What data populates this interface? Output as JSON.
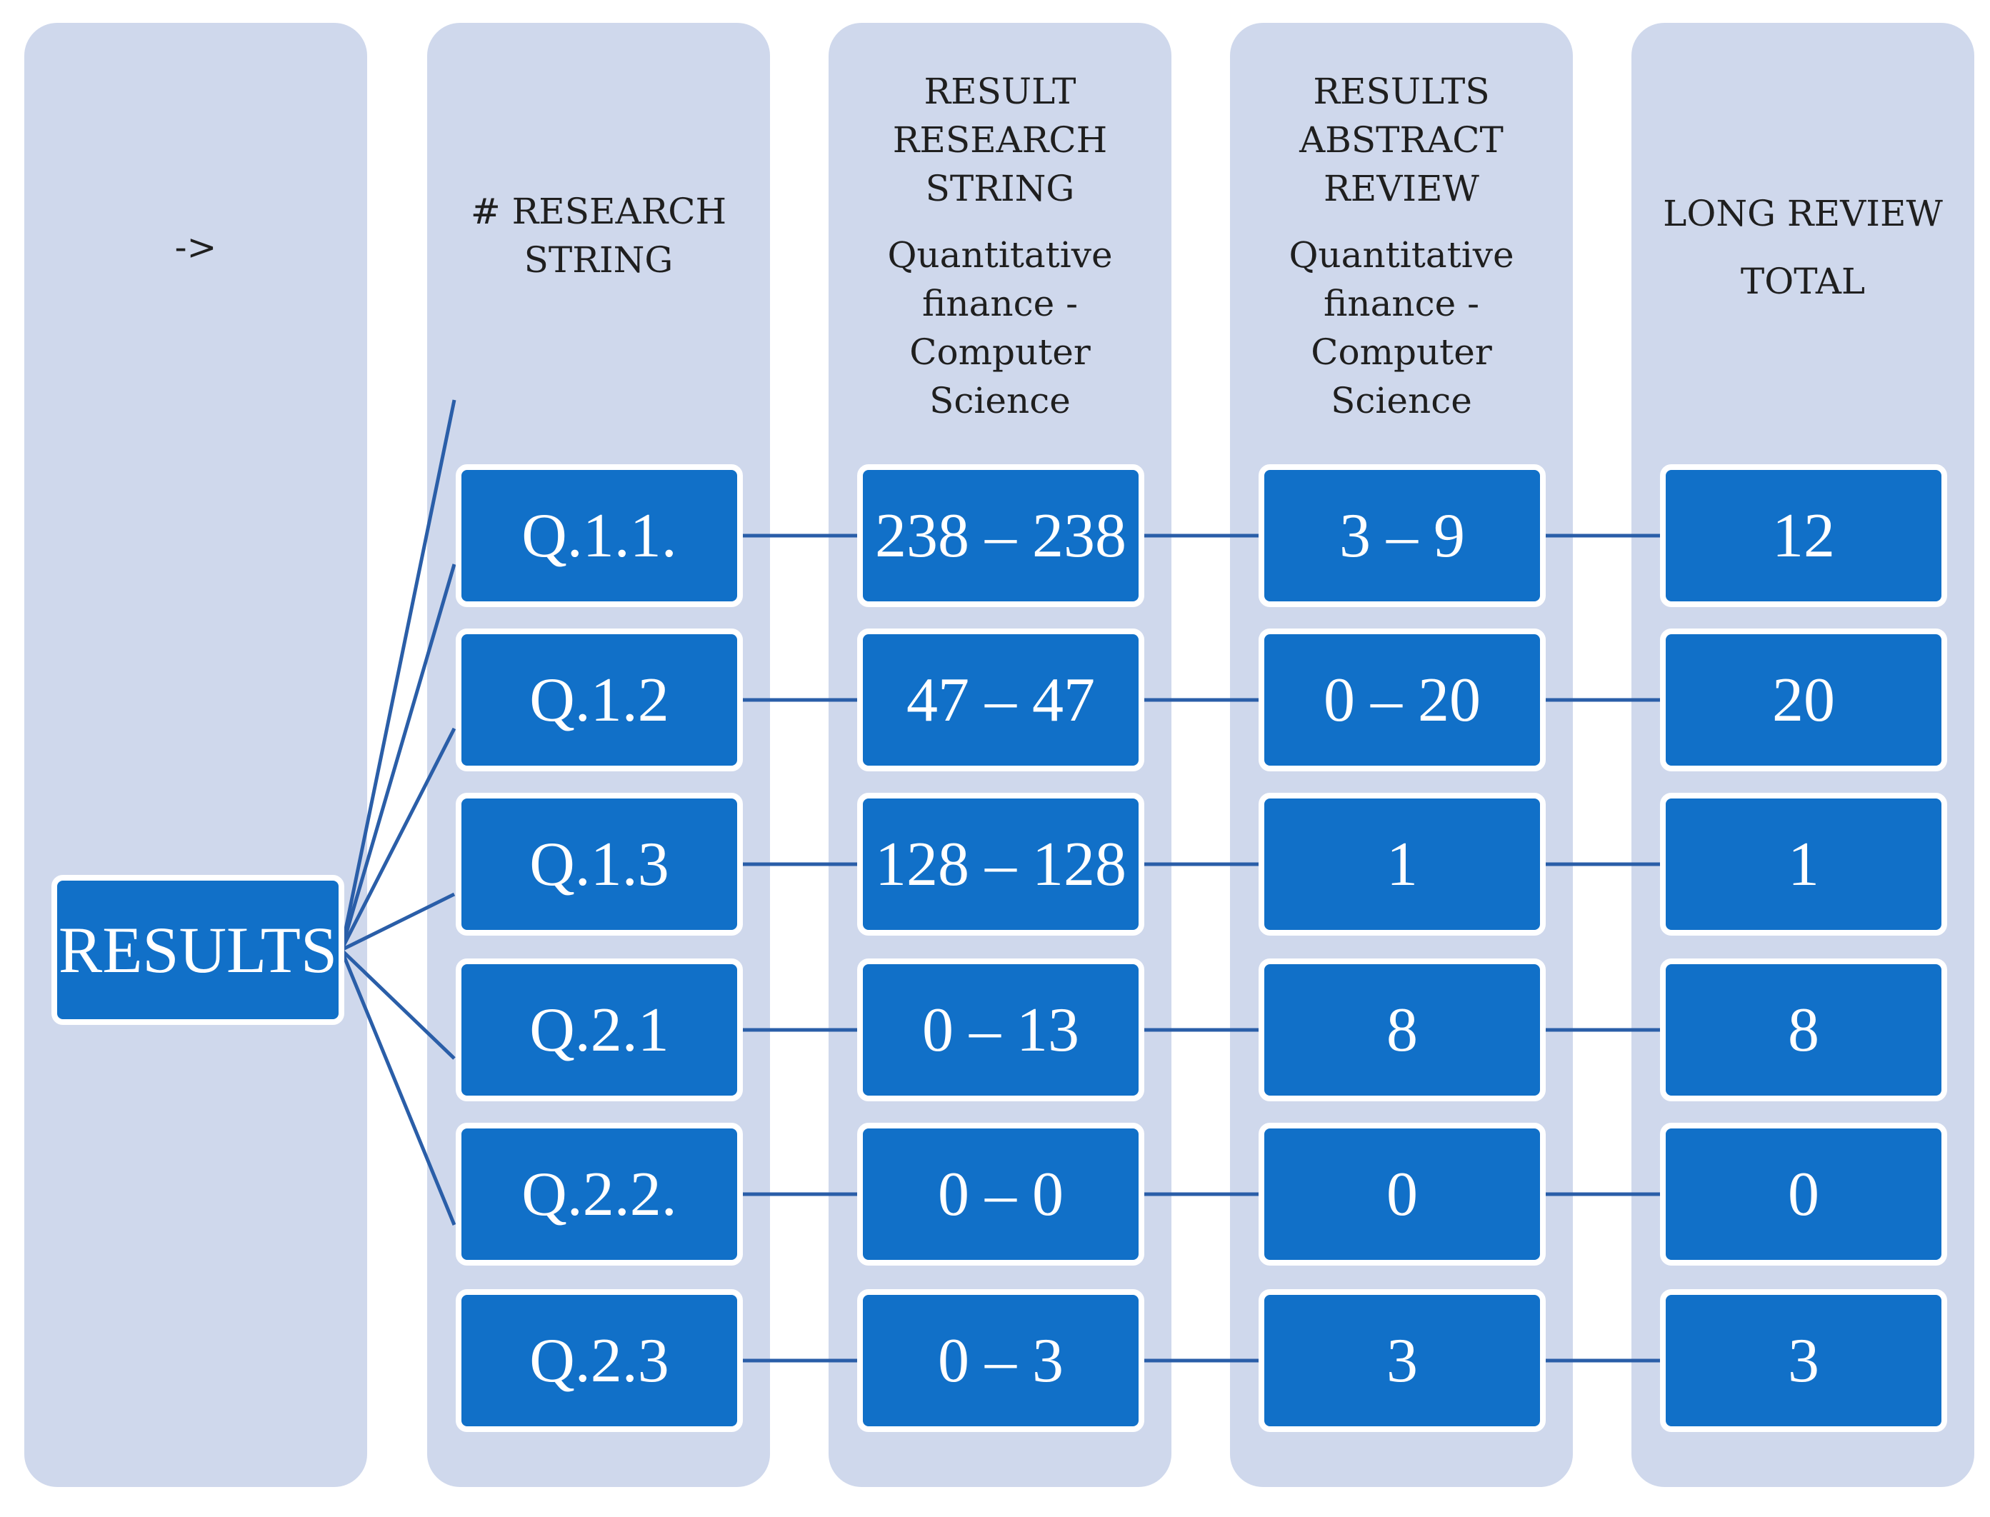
{
  "columns": [
    {
      "heading": [
        "->"
      ],
      "sub": []
    },
    {
      "heading": [
        "# RESEARCH",
        "STRING"
      ],
      "sub": []
    },
    {
      "heading": [
        "RESULT",
        "RESEARCH",
        "STRING"
      ],
      "sub": [
        "Quantitative",
        "finance -",
        "Computer",
        "Science"
      ]
    },
    {
      "heading": [
        "RESULTS",
        "ABSTRACT",
        "REVIEW"
      ],
      "sub": [
        "Quantitative",
        "finance -",
        "Computer",
        "Science"
      ]
    },
    {
      "heading": [
        "LONG REVIEW",
        "TOTAL"
      ],
      "sub": []
    }
  ],
  "root_label": "RESULTS",
  "rows": [
    {
      "query": "Q.1.1.",
      "research": "238 – 238",
      "abstract": "3 – 9",
      "total": "12"
    },
    {
      "query": "Q.1.2",
      "research": "47 – 47",
      "abstract": "0 – 20",
      "total": "20"
    },
    {
      "query": "Q.1.3",
      "research": "128 – 128",
      "abstract": "1",
      "total": "1"
    },
    {
      "query": "Q.2.1",
      "research": "0 – 13",
      "abstract": "8",
      "total": "8"
    },
    {
      "query": "Q.2.2.",
      "research": "0 – 0",
      "abstract": "0",
      "total": "0"
    },
    {
      "query": "Q.2.3",
      "research": "0 – 3",
      "abstract": "3",
      "total": "3"
    }
  ],
  "colors": {
    "column_bg": "#cfd8ec",
    "box_fill": "#1170c8",
    "connector": "#2a5ea8"
  }
}
